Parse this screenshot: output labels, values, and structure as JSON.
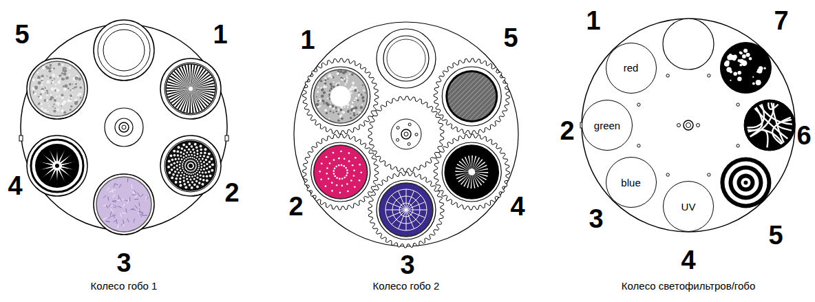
{
  "diagram": {
    "nodes": [
      {
        "text": [
          "Колесо гобо 1"
        ]
      },
      {
        "text": [
          "Колесо гобо 2"
        ]
      },
      {
        "text": [
          "Колесо светофильтров/гобо"
        ]
      },
      {
        "text": [
          "red"
        ],
        "in": 2
      },
      {
        "text": [
          "green"
        ],
        "in": 2
      },
      {
        "text": [
          "blue"
        ],
        "in": 2
      },
      {
        "text": [
          "UV"
        ],
        "in": 2
      }
    ],
    "labels": [
      "5",
      "1",
      "4",
      "2",
      "3",
      "1",
      "5",
      "2",
      "4",
      "3",
      "1",
      "7",
      "2",
      "6",
      "3",
      "4",
      "5"
    ]
  }
}
